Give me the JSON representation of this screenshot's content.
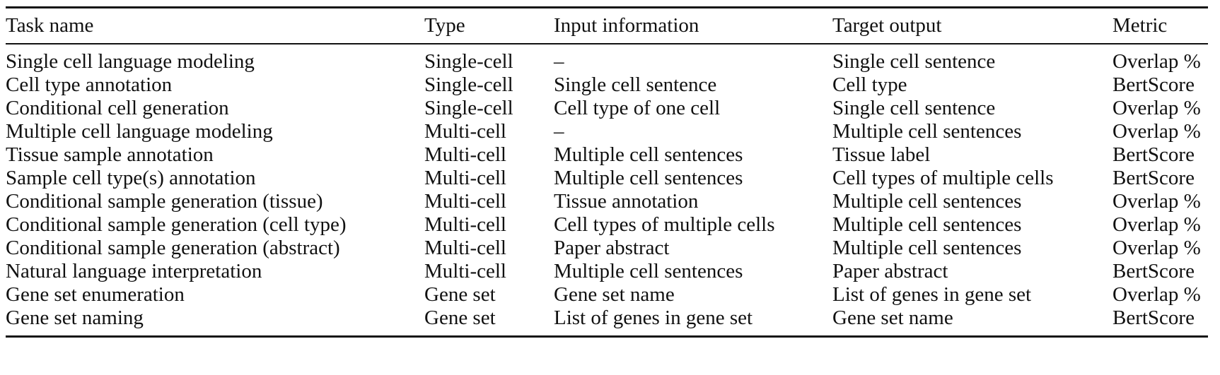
{
  "table": {
    "headers": [
      "Task name",
      "Type",
      "Input information",
      "Target output",
      "Metric"
    ],
    "rows": [
      [
        "Single cell language modeling",
        "Single-cell",
        "–",
        "Single cell sentence",
        "Overlap %"
      ],
      [
        "Cell type annotation",
        "Single-cell",
        "Single cell sentence",
        "Cell type",
        "BertScore"
      ],
      [
        "Conditional cell generation",
        "Single-cell",
        "Cell type of one cell",
        "Single cell sentence",
        "Overlap %"
      ],
      [
        "Multiple cell language modeling",
        "Multi-cell",
        "–",
        "Multiple cell sentences",
        "Overlap %"
      ],
      [
        "Tissue sample annotation",
        "Multi-cell",
        "Multiple cell sentences",
        "Tissue label",
        "BertScore"
      ],
      [
        "Sample cell type(s) annotation",
        "Multi-cell",
        "Multiple cell sentences",
        "Cell types of multiple cells",
        "BertScore"
      ],
      [
        "Conditional sample generation (tissue)",
        "Multi-cell",
        "Tissue annotation",
        "Multiple cell sentences",
        "Overlap %"
      ],
      [
        "Conditional sample generation (cell type)",
        "Multi-cell",
        "Cell types of multiple cells",
        "Multiple cell sentences",
        "Overlap %"
      ],
      [
        "Conditional sample generation (abstract)",
        "Multi-cell",
        "Paper abstract",
        "Multiple cell sentences",
        "Overlap %"
      ],
      [
        "Natural language interpretation",
        "Multi-cell",
        "Multiple cell sentences",
        "Paper abstract",
        "BertScore"
      ],
      [
        "Gene set enumeration",
        "Gene set",
        "Gene set name",
        "List of genes in gene set",
        "Overlap %"
      ],
      [
        "Gene set naming",
        "Gene set",
        "List of genes in gene set",
        "Gene set name",
        "BertScore"
      ]
    ]
  }
}
